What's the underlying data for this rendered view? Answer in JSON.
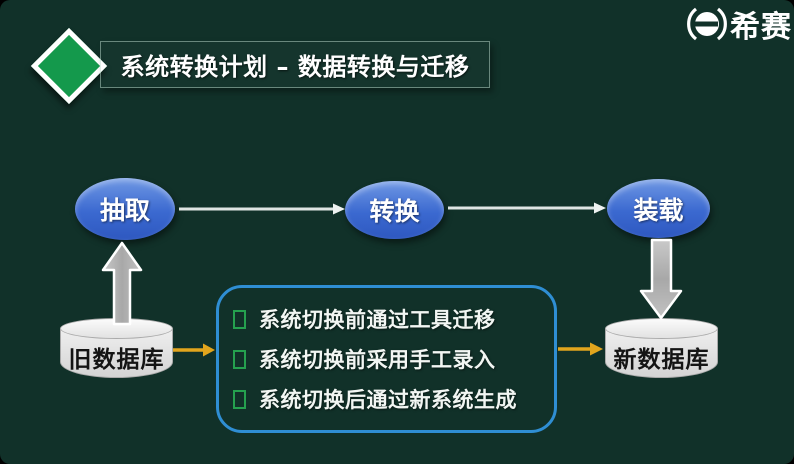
{
  "header": {
    "title": "系统转换计划 – 数据转换与迁移",
    "logo_text": "希赛"
  },
  "flow": {
    "nodes": [
      {
        "label": "抽取"
      },
      {
        "label": "转换"
      },
      {
        "label": "装载"
      }
    ]
  },
  "databases": {
    "old_label": "旧数据库",
    "new_label": "新数据库"
  },
  "notes": {
    "items": [
      {
        "text": "系统切换前通过工具迁移"
      },
      {
        "text": "系统切换前采用手工录入"
      },
      {
        "text": "系统切换后通过新系统生成"
      }
    ]
  },
  "colors": {
    "background": "#113129",
    "diamond_green": "#14994c",
    "node_blue": "#3b69d0",
    "notes_border_blue": "#2f8ed3",
    "bullet_green": "#25a14f",
    "yellow_arrow": "#e2a51d",
    "gray_arrow": "#b5b5b5",
    "title_text": "#ffffff"
  }
}
